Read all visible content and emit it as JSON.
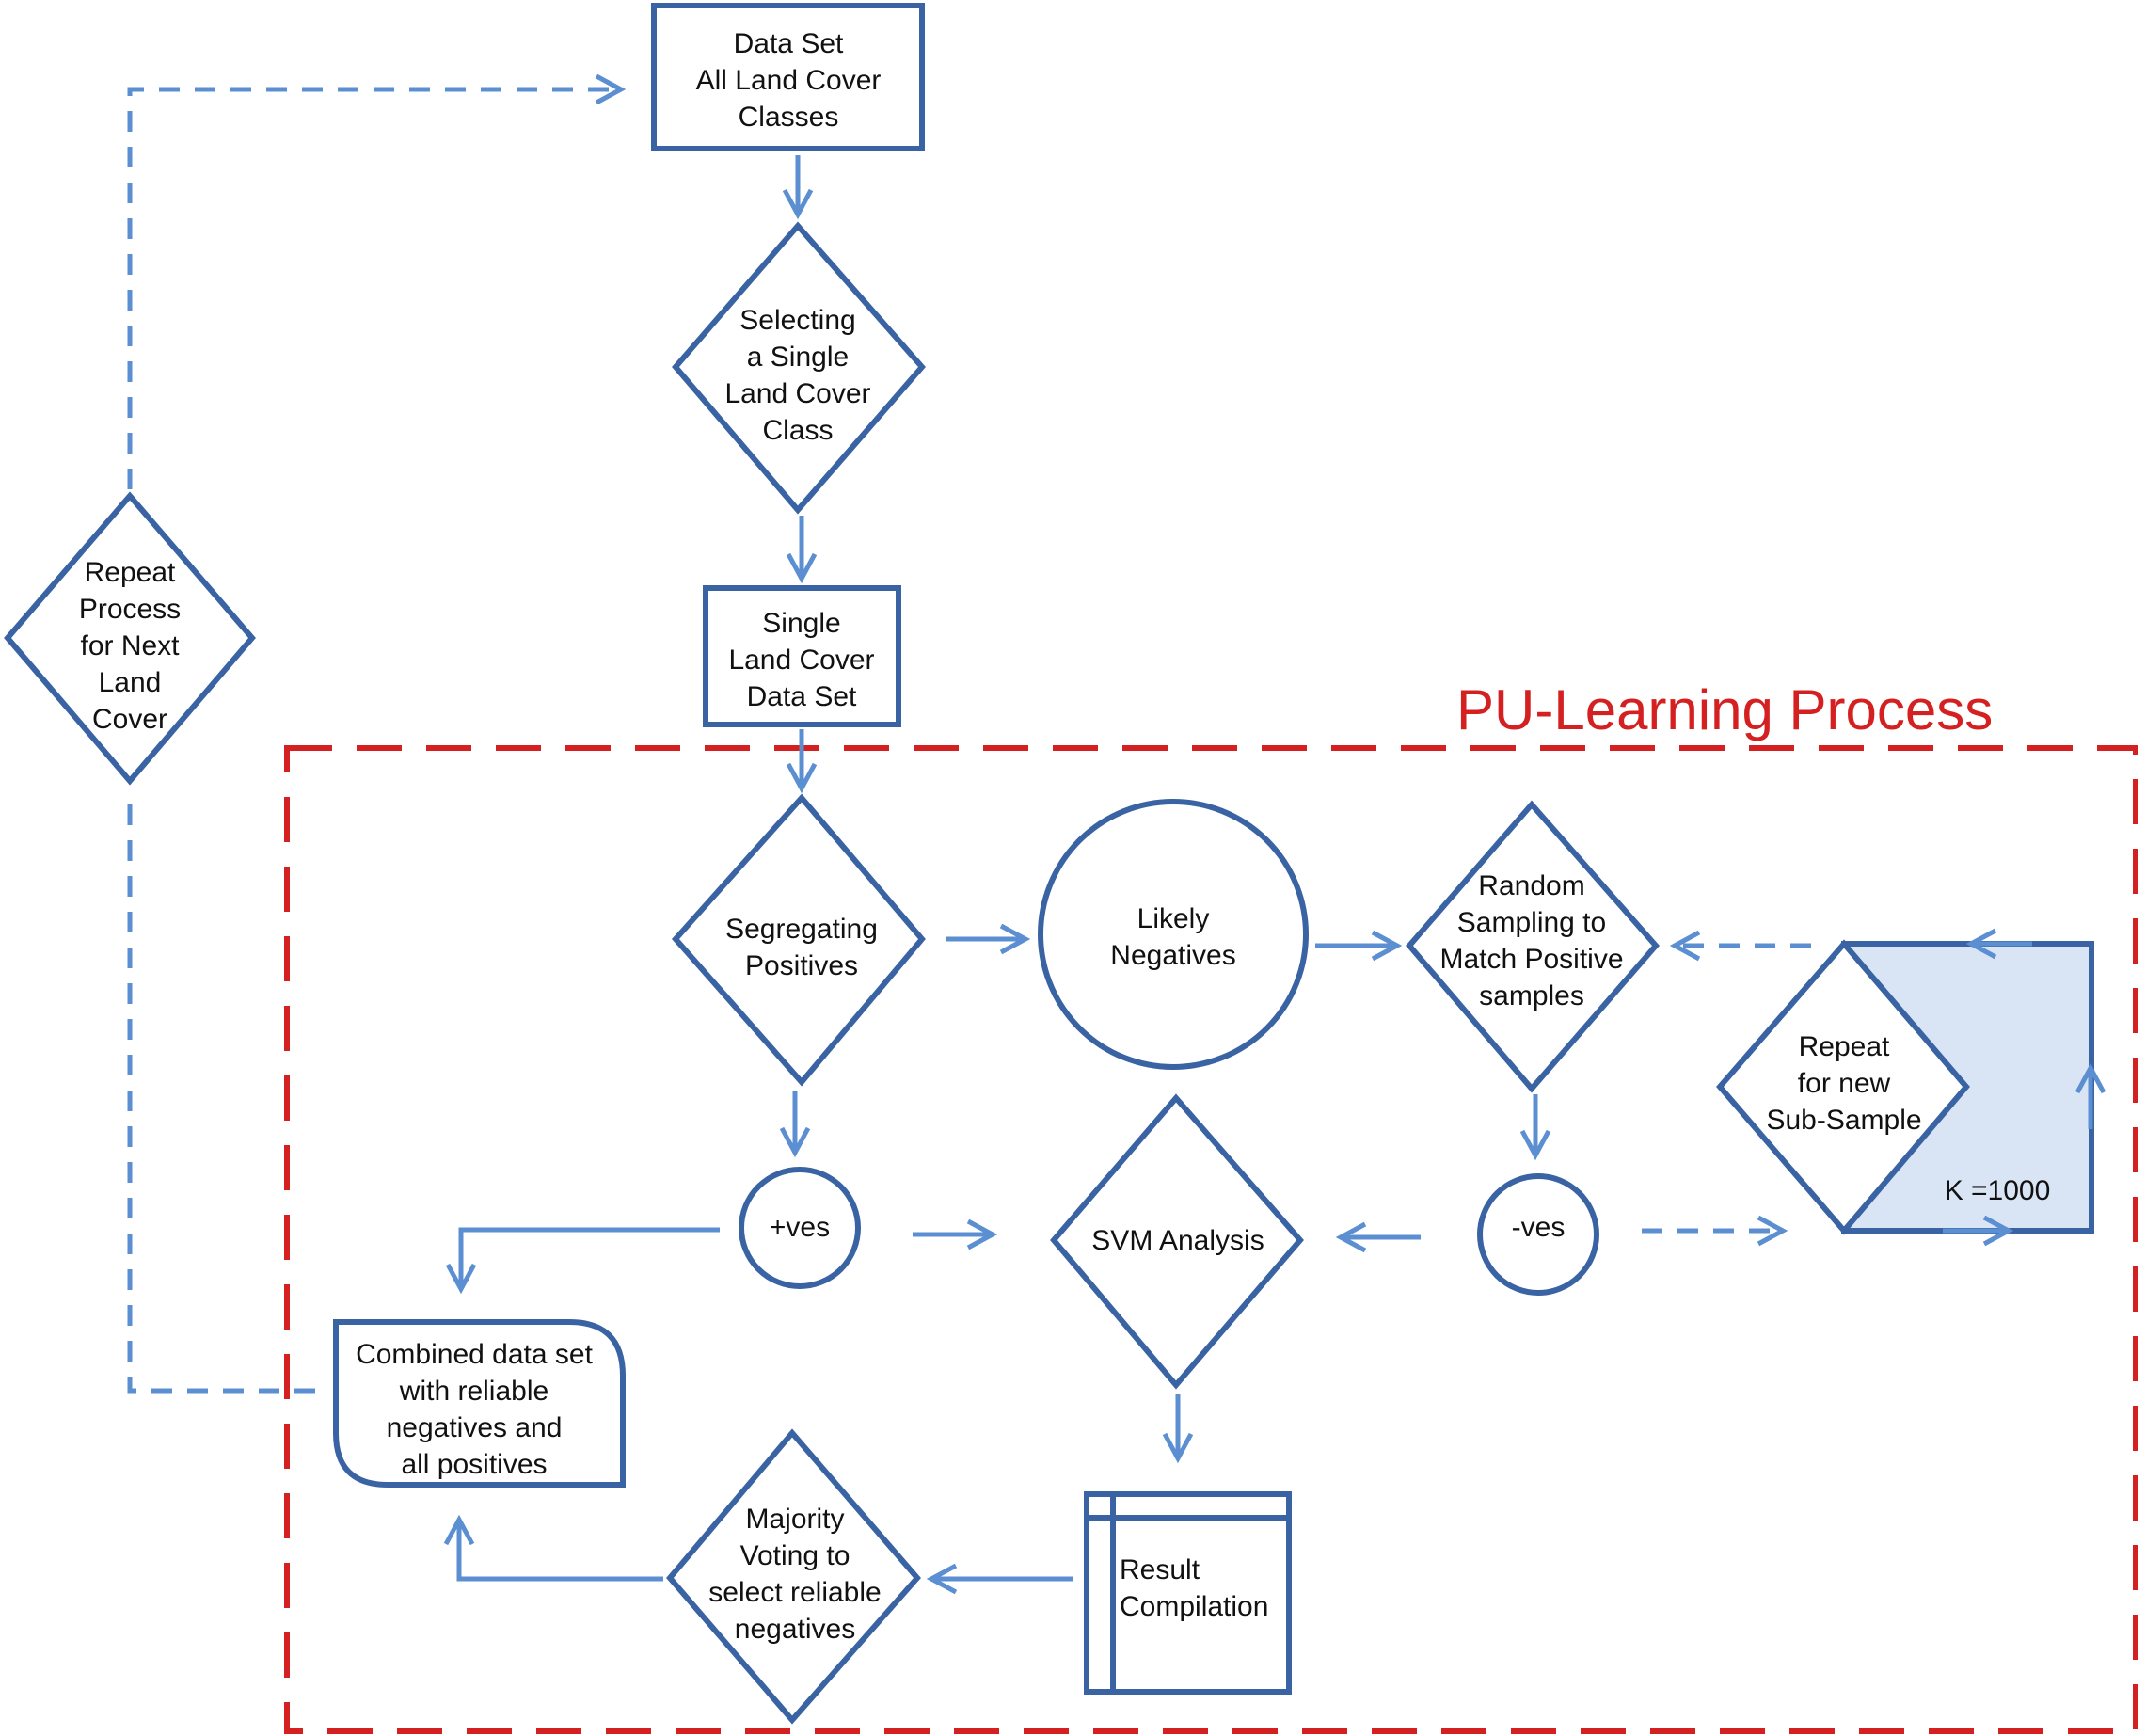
{
  "colors": {
    "node_stroke": "#3a63a3",
    "arrow": "#5b8fd2",
    "frame": "#d42020",
    "highlight_fill": "#d9e5f5"
  },
  "frame_title": "PU-Learning Process",
  "nodes": {
    "dataset_all": [
      "Data Set",
      "All Land Cover",
      "Classes"
    ],
    "select_single": [
      "Selecting",
      "a Single",
      "Land Cover",
      "Class"
    ],
    "single_dataset": [
      "Single",
      "Land Cover",
      "Data Set"
    ],
    "repeat_next": [
      "Repeat",
      "Process",
      "for Next",
      "Land",
      "Cover"
    ],
    "segregating": [
      "Segregating",
      "Positives"
    ],
    "likely_negatives": [
      "Likely",
      "Negatives"
    ],
    "random_sampling": [
      "Random",
      "Sampling to",
      "Match  Positive",
      "samples"
    ],
    "repeat_subsample": [
      "Repeat",
      "for new",
      "Sub-Sample"
    ],
    "k_value": "K =1000",
    "pos": "+ves",
    "neg": "-ves",
    "svm": "SVM Analysis",
    "combined": [
      "Combined data set",
      "with reliable",
      "negatives and",
      "all positives"
    ],
    "majority": [
      "Majority",
      "Voting  to",
      "select reliable",
      "negatives"
    ],
    "result": [
      "Result",
      "Compilation"
    ]
  }
}
